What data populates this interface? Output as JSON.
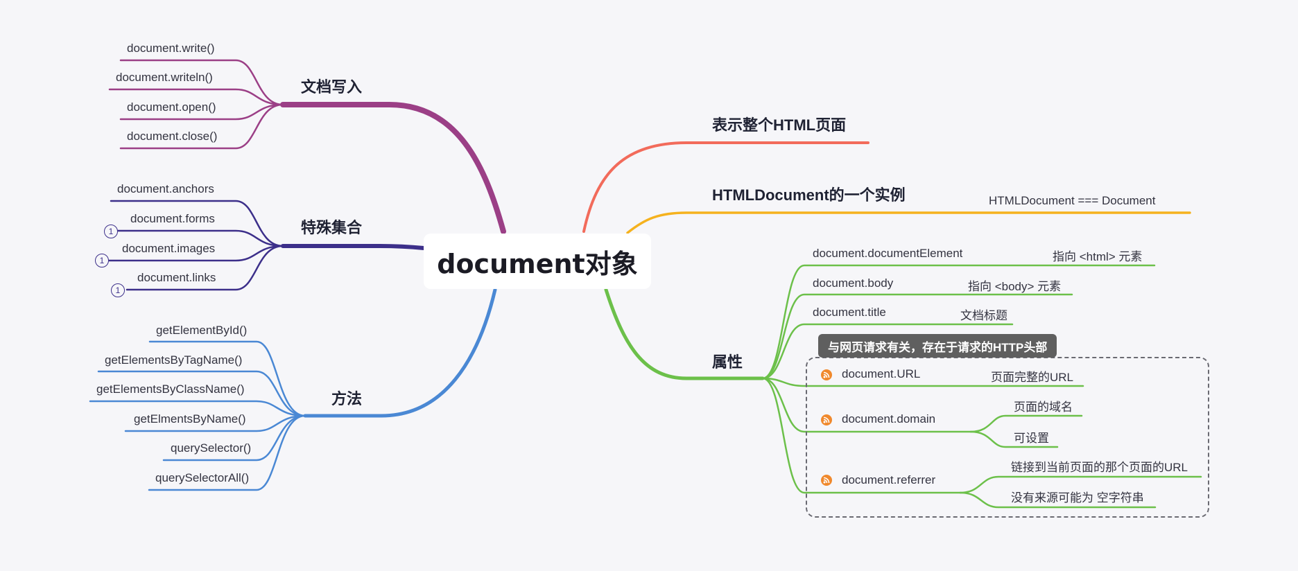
{
  "root": {
    "label": "document对象"
  },
  "colors": {
    "background": "#f6f6f9",
    "branch_write": "#9b3f86",
    "branch_collection": "#3c2f8a",
    "branch_methods": "#4a88d4",
    "branch_desc": "#f26b5b",
    "branch_instance": "#f5b21e",
    "branch_props": "#6cc04a",
    "group_label_bg": "#5f5f5f",
    "rss_icon": "#f0892d"
  },
  "left": {
    "write": {
      "label": "文档写入",
      "items": [
        "document.write()",
        "document.writeln()",
        "document.open()",
        "document.close()"
      ]
    },
    "collections": {
      "label": "特殊集合",
      "items": [
        "document.anchors",
        "document.forms",
        "document.images",
        "document.links"
      ],
      "badge_text": "1"
    },
    "methods": {
      "label": "方法",
      "items": [
        "getElementById()",
        "getElementsByTagName()",
        "getElementsByClassName()",
        "getElmentsByName()",
        "querySelector()",
        "querySelectorAll()"
      ]
    }
  },
  "right": {
    "desc": {
      "label": "表示整个HTML页面"
    },
    "instance": {
      "label": "HTMLDocument的一个实例",
      "note": "HTMLDocument === Document"
    },
    "props": {
      "label": "属性",
      "items": [
        {
          "name": "document.documentElement",
          "desc": "指向 <html> 元素"
        },
        {
          "name": "document.body",
          "desc": "指向 <body> 元素"
        },
        {
          "name": "document.title",
          "desc": "文档标题"
        }
      ],
      "request_group": {
        "label": "与网页请求有关，存在于请求的HTTP头部",
        "url": {
          "name": "document.URL",
          "desc": "页面完整的URL"
        },
        "domain": {
          "name": "document.domain",
          "desc1": "页面的域名",
          "desc2": "可设置"
        },
        "referrer": {
          "name": "document.referrer",
          "desc1": "链接到当前页面的那个页面的URL",
          "desc2": "没有来源可能为 空字符串"
        }
      }
    }
  }
}
